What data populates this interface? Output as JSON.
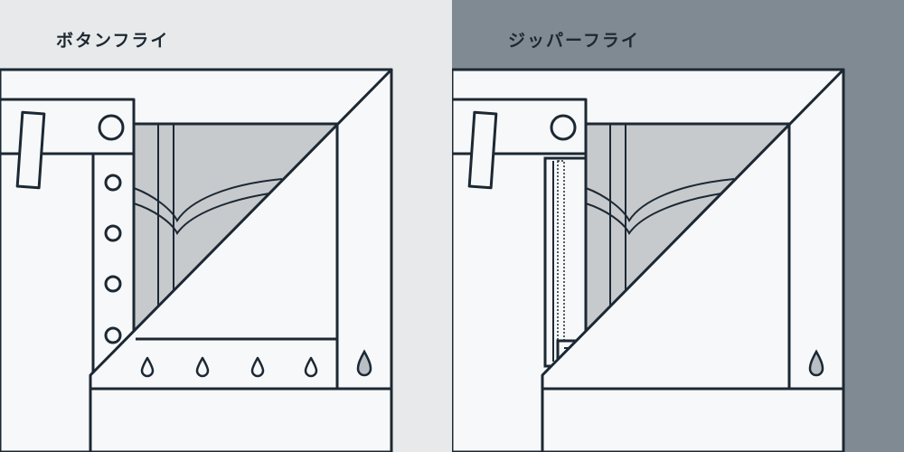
{
  "panels": [
    {
      "id": "button_fly",
      "title": "ボタンフライ",
      "background": "#e8e9ea"
    },
    {
      "id": "zipper_fly",
      "title": "ジッパーフライ",
      "background": "#7f8a92"
    }
  ],
  "colors": {
    "outline": "#1c2833",
    "fabric": "#f7f8fa",
    "inner_shade": "#c6cacd",
    "drop_fill": "#b9bfc4"
  }
}
